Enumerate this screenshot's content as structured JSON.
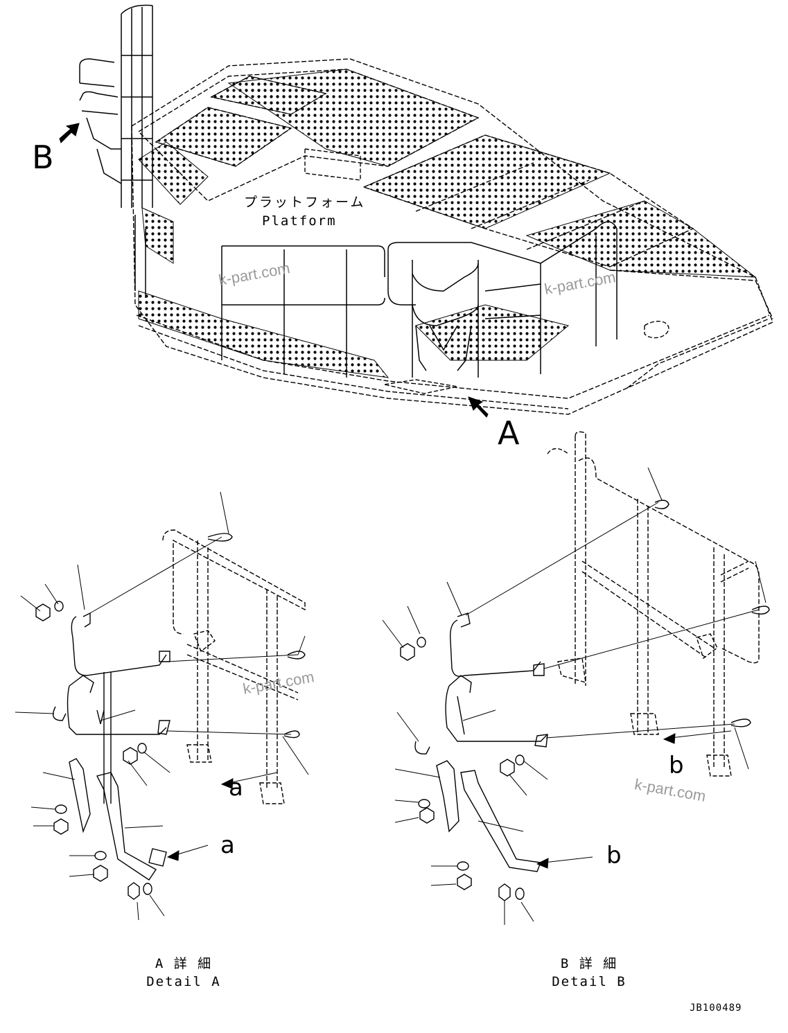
{
  "platform": {
    "label_jp": "プラットフォーム",
    "label_en": "Platform"
  },
  "markers": {
    "view_A": "A",
    "view_B": "B",
    "arrow_a_1": "a",
    "arrow_a_2": "a",
    "arrow_b_1": "b",
    "arrow_b_2": "b"
  },
  "details": {
    "A": {
      "label_jp": "A 詳 細",
      "label_en": "Detail A"
    },
    "B": {
      "label_jp": "B 詳 細",
      "label_en": "Detail B"
    }
  },
  "watermarks": [
    "k-part.com",
    "k-part.com",
    "k-part.com",
    "k-part.com"
  ],
  "drawing_code": "JB100489"
}
